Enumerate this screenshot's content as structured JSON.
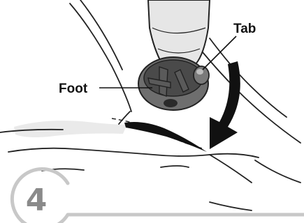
{
  "step": {
    "number": "4"
  },
  "callouts": {
    "tab": "Tab",
    "foot": "Foot"
  },
  "colors": {
    "ink": "#111111",
    "foot_fill": "#6e6e6e",
    "foot_shade": "#4a4a4a",
    "step_circle": "#c8c8c8",
    "step_number": "#8a8a8a",
    "smear": "#d9d9d9",
    "cloth_line": "#222222"
  }
}
